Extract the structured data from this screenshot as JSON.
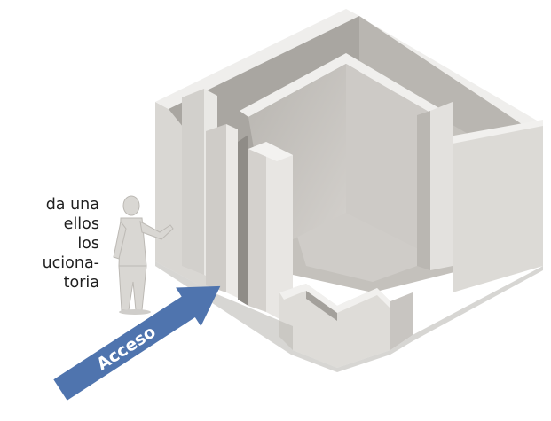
{
  "caption": {
    "lines": [
      "da una",
      "ellos",
      "los",
      "uciona-",
      "toria"
    ]
  },
  "arrow": {
    "label": "Acceso",
    "color": "#4f74ae"
  },
  "colors": {
    "wall_top": "#efeeec",
    "wall_light": "#dddbd8",
    "wall_mid": "#c9c7c3",
    "wall_dark": "#a9a6a1",
    "floor": "#d6d4d1"
  }
}
